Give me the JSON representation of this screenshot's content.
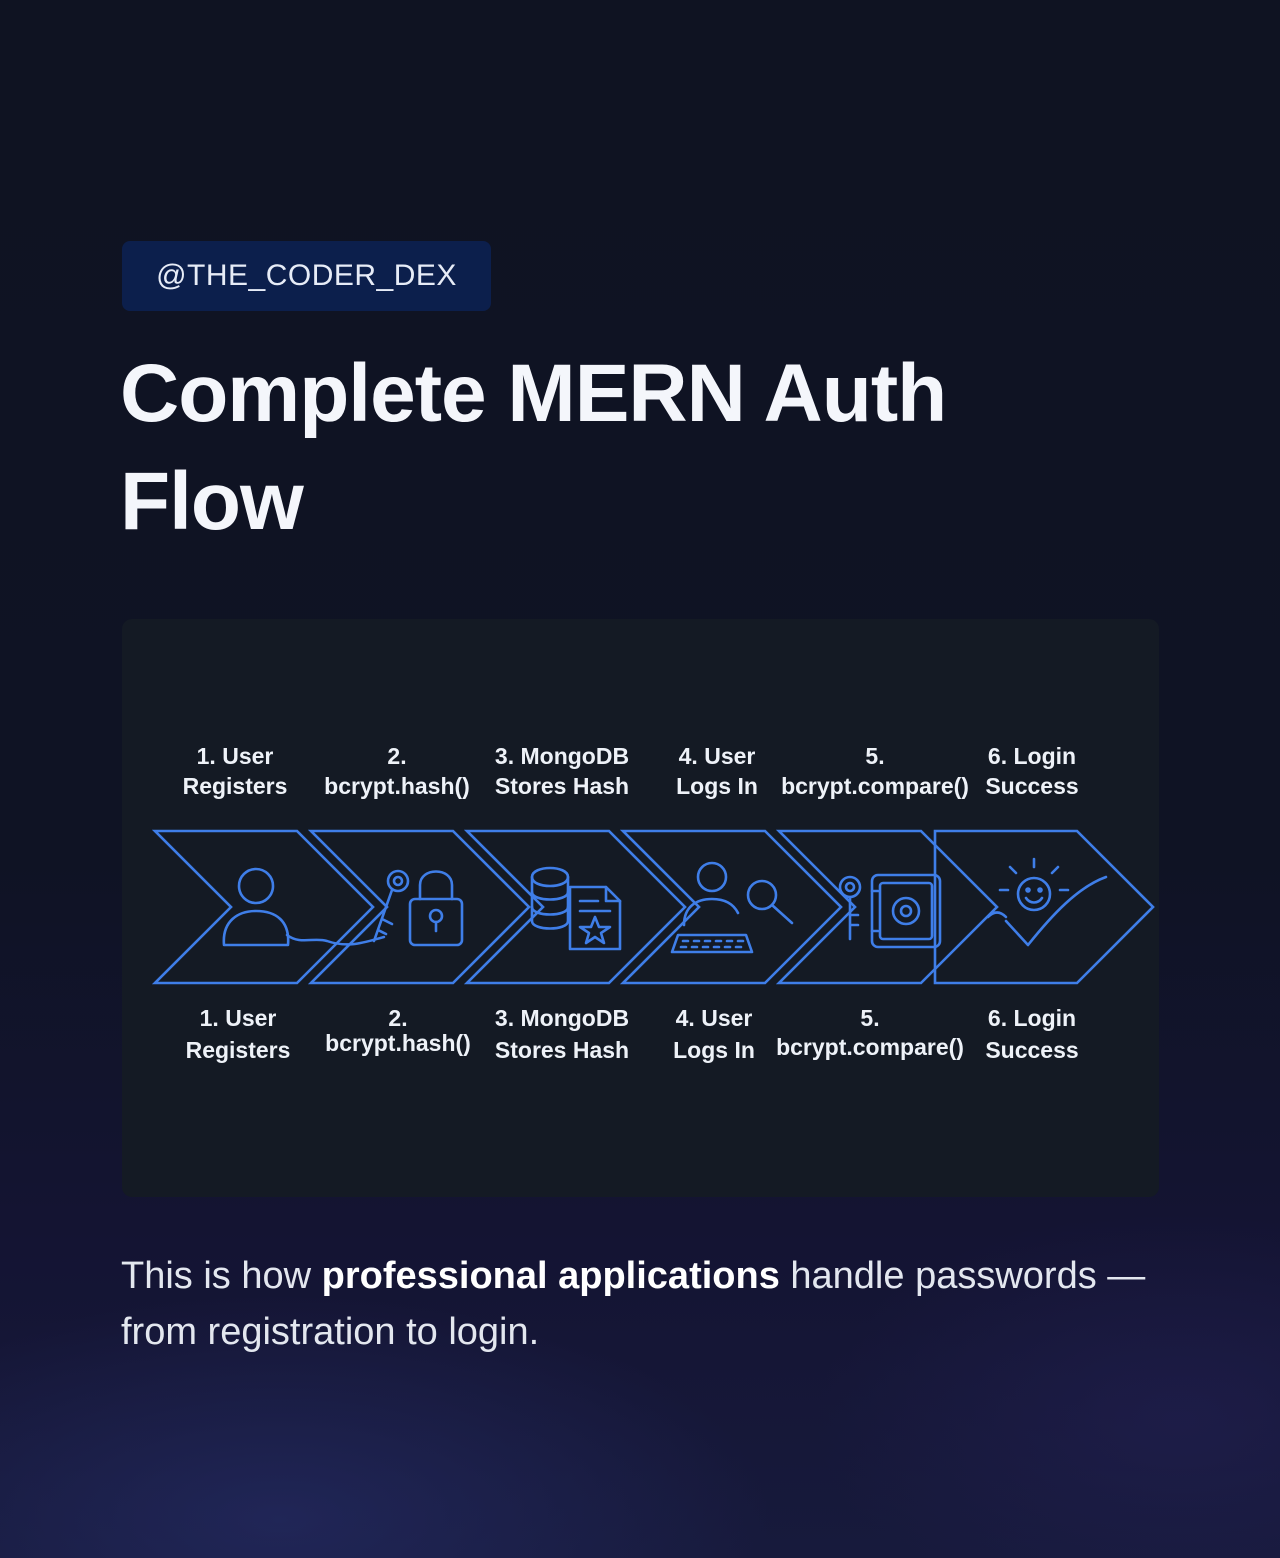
{
  "handle": "@THE_CODER_DEX",
  "title_line1": "Complete MERN Auth",
  "title_line2": "Flow",
  "caption": {
    "before": "This is how ",
    "bold": "professional applications",
    "after": " handle passwords — from registration to login."
  },
  "colors": {
    "stroke": "#3f7ee8",
    "panel": "#141a24",
    "badge": "#0c1f4c"
  },
  "steps": [
    {
      "line1": "1. User",
      "line2": "Registers",
      "icon": "user-icon"
    },
    {
      "line1": "2.",
      "line2": "bcrypt.hash()",
      "icon": "key-lock-icon"
    },
    {
      "line1": "3. MongoDB",
      "line2": "Stores Hash",
      "icon": "database-document-icon"
    },
    {
      "line1": "4. User",
      "line2": "Logs In",
      "icon": "user-search-keyboard-icon"
    },
    {
      "line1": "5.",
      "line2": "bcrypt.compare()",
      "icon": "key-safe-icon"
    },
    {
      "line1": "6. Login",
      "line2": "Success",
      "icon": "smiley-checkmark-icon"
    }
  ],
  "steps_bottom": [
    {
      "line1": "1. User",
      "line2": "Registers"
    },
    {
      "line1": "2.",
      "line2": "bcrypt.hash()"
    },
    {
      "line1": "3. MongoDB",
      "line2": "Stores Hash"
    },
    {
      "line1": "4. User",
      "line2": "Logs In"
    },
    {
      "line1": "5.",
      "line2": "bcrypt.compare()"
    },
    {
      "line1": "6. Login",
      "line2": "Success"
    }
  ]
}
